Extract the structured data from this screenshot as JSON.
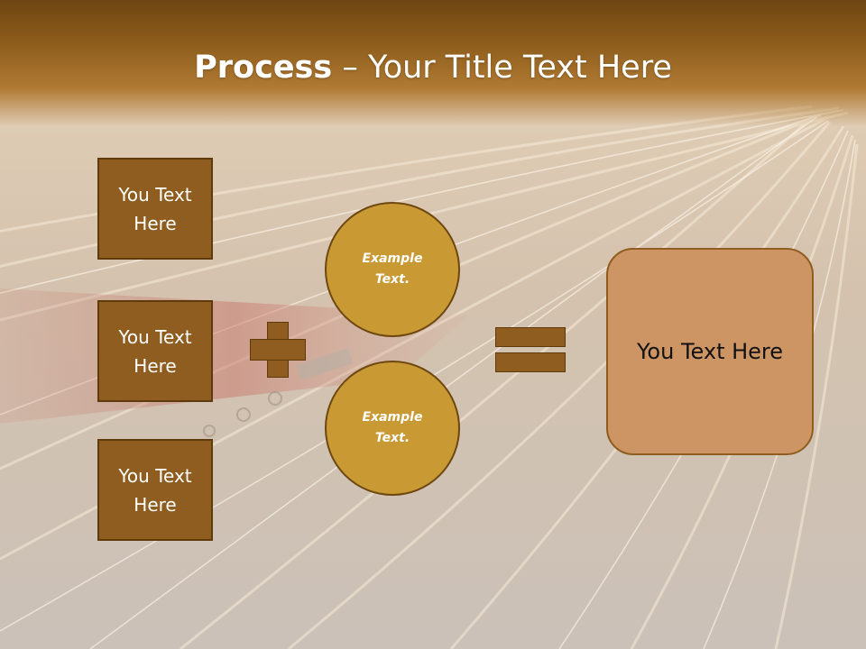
{
  "title": {
    "bold": "Process",
    "rest": " – Your Title Text Here"
  },
  "left_boxes": [
    {
      "text": "You Text Here"
    },
    {
      "text": "You Text Here"
    },
    {
      "text": "You Text Here"
    }
  ],
  "circles": [
    {
      "text": "Example Text."
    },
    {
      "text": "Example Text."
    }
  ],
  "result": {
    "text": "You Text Here"
  },
  "colors": {
    "box": "#8e5d1f",
    "circle": "#c99a34",
    "result": "#cd9564",
    "header": "#8e5d1c"
  }
}
